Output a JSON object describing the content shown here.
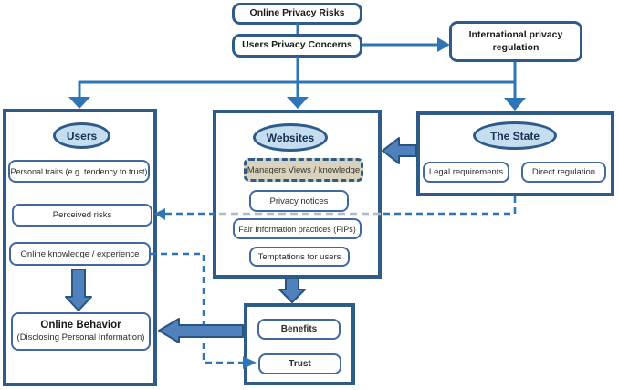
{
  "top_boxes": {
    "online_privacy_risks": "Online Privacy Risks",
    "users_privacy_concerns": "Users Privacy Concerns",
    "international_privacy_regulation": "International privacy regulation"
  },
  "users_group": {
    "title": "Users",
    "personal_traits": "Personal traits (e.g. tendency to trust)",
    "perceived_risks": "Perceived risks",
    "online_knowledge": "Online knowledge / experience",
    "online_behavior": "Online Behavior",
    "online_behavior_note": "(Disclosing Personal Information)"
  },
  "websites_group": {
    "title": "Websites",
    "managers_views": "Managers Views / knowledge",
    "privacy_notices": "Privacy notices",
    "fair_information_practices": "Fair Information practices (FIPs)",
    "temptations": "Temptations for users"
  },
  "state_group": {
    "title": "The State",
    "legal_requirements": "Legal requirements",
    "direct_regulation": "Direct regulation"
  },
  "outcome_group": {
    "benefits": "Benefits",
    "trust": "Trust"
  },
  "colors": {
    "connector_blue": "#2e75b6",
    "container_border": "#2f5b88",
    "node_border": "#41699f",
    "block_arrow_fill": "#4f81bd",
    "block_arrow_stroke": "#28547f",
    "ellipse_fill": "#c6ddf0",
    "managers_fill": "#d9d2bc",
    "dashed_gray": "#b0bdc6"
  }
}
